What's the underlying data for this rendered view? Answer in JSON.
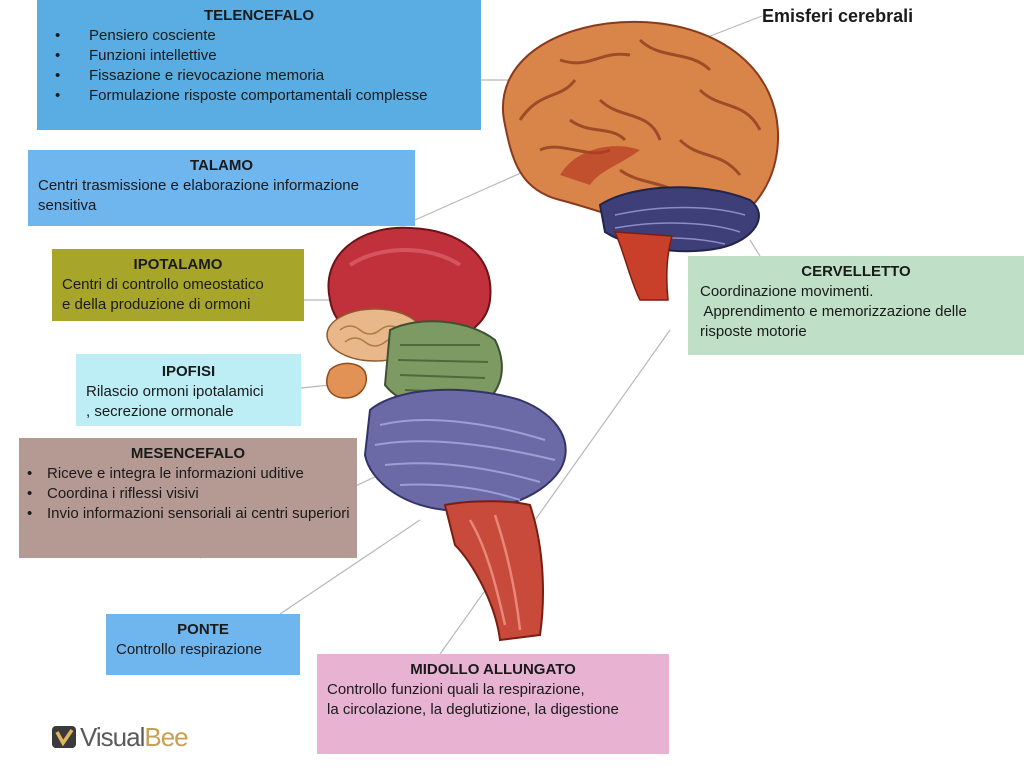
{
  "labels": {
    "emisferi": "Emisferi cerebrali"
  },
  "telencefalo": {
    "title": "TELENCEFALO",
    "items": [
      "Pensiero cosciente",
      "Funzioni intellettive",
      "Fissazione e rievocazione memoria",
      "Formulazione risposte comportamentali complesse"
    ]
  },
  "talamo": {
    "title": "TALAMO",
    "lines": [
      "Centri trasmissione e elaborazione informazione",
      "sensitiva"
    ]
  },
  "ipotalamo": {
    "title": "IPOTALAMO",
    "lines": [
      "Centri di controllo omeostatico",
      "e della produzione di ormoni"
    ]
  },
  "ipofisi": {
    "title": "IPOFISI",
    "lines": [
      "Rilascio ormoni ipotalamici",
      ", secrezione ormonale"
    ]
  },
  "mesencefalo": {
    "title": "MESENCEFALO",
    "items": [
      "Riceve e integra le informazioni uditive",
      "Coordina i riflessi visivi",
      "Invio informazioni sensoriali ai centri superiori"
    ]
  },
  "ponte": {
    "title": "PONTE",
    "lines": [
      "Controllo respirazione"
    ]
  },
  "midollo": {
    "title": "MIDOLLO ALLUNGATO",
    "lines": [
      "Controllo funzioni quali la respirazione,",
      "la circolazione, la deglutizione, la digestione"
    ]
  },
  "cervelletto": {
    "title": "CERVELLETTO",
    "lines": [
      "Coordinazione movimenti.",
      " Apprendimento e memorizzazione delle",
      "risposte motorie"
    ]
  },
  "logo": {
    "part1": "Visual",
    "part2": "Bee"
  },
  "colors": {
    "telencefalo": "#5aade2",
    "talamo": "#6fb5ee",
    "ipotalamo": "#a8a62a",
    "ipofisi": "#bdeef6",
    "mesencefalo": "#b59a94",
    "ponte": "#6fb5ee",
    "midollo": "#e8b3d3",
    "cervelletto": "#bfe0c6"
  }
}
